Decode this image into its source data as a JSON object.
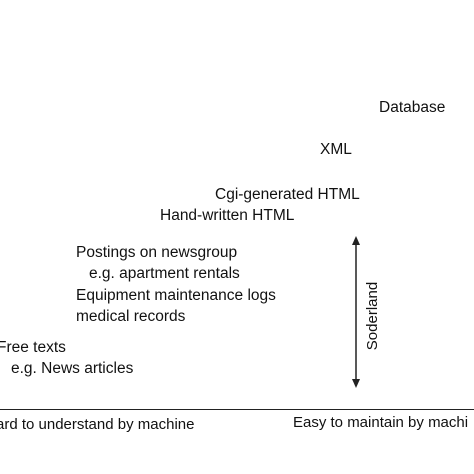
{
  "items": {
    "database": "Database",
    "xml": "XML",
    "cgi_html": "Cgi-generated HTML",
    "handwritten_html": "Hand-written HTML",
    "newsgroup": "Postings on newsgroup",
    "apartment": "e.g. apartment rentals",
    "maintenance": "Equipment maintenance logs",
    "medical": "medical records",
    "free_texts": "Free texts",
    "news_articles": "e.g. News articles"
  },
  "axis": {
    "vertical_label": "Soderland",
    "left_caption": "ard to understand by machine",
    "right_caption": "Easy to maintain by machi"
  }
}
